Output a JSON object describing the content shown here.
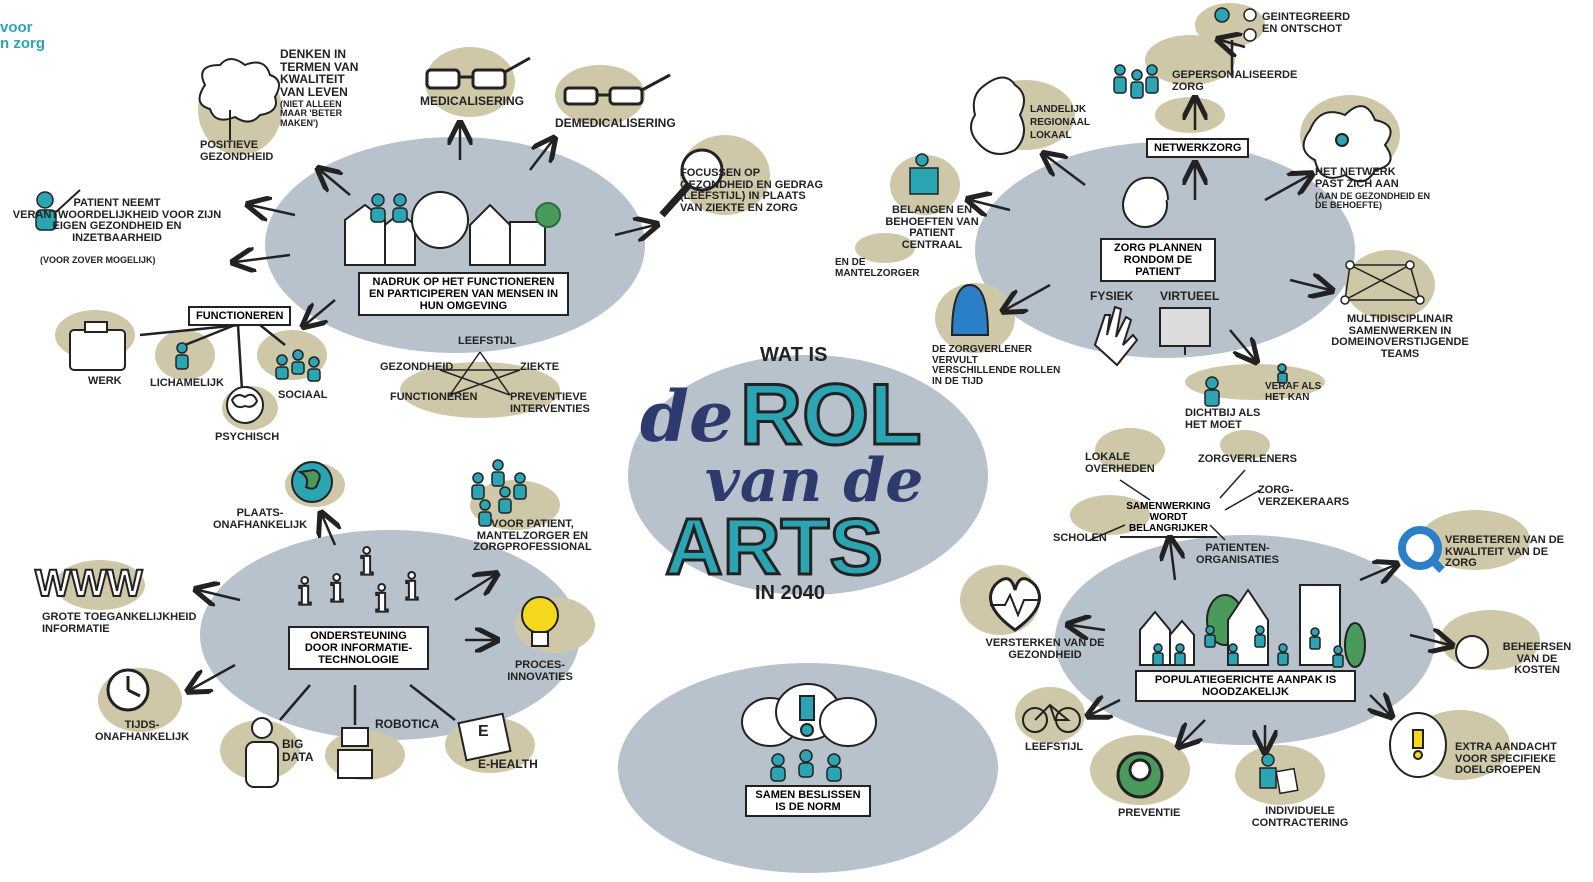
{
  "logo": {
    "line1": "voor",
    "line2": "n zorg"
  },
  "center": {
    "wat_is": "WAT IS",
    "de1": "de",
    "rol": "ROL",
    "van_de": "van de",
    "arts": "ARTS",
    "year": "IN 2040"
  },
  "top_left": {
    "main_box": "NADRUK OP HET FUNCTIONEREN EN PARTICIPEREN VAN MENSEN IN HUN OMGEVING",
    "positieve": "POSITIEVE GEZONDHEID",
    "denken": "DENKEN IN TERMEN VAN KWALITEIT VAN LEVEN",
    "denken_sub": "(NIET ALLEEN MAAR 'BETER MAKEN')",
    "medicalisering": "MEDICALISERING",
    "demedicalisering": "DEMEDICALISERING",
    "focussen": "FOCUSSEN OP GEZONDHEID EN GEDRAG (LEEFSTIJL) IN PLAATS VAN ZIEKTE EN ZORG",
    "patient": "PATIENT NEEMT VERANTWOORDELIJKHEID VOOR ZIJN EIGEN GEZONDHEID EN INZETBAARHEID",
    "patient_sub": "(VOOR ZOVER MOGELIJK)",
    "functioneren": "FUNCTIONEREN",
    "werk": "WERK",
    "lichamelijk": "LICHAMELIJK",
    "sociaal": "SOCIAAL",
    "psychisch": "PSYCHISCH",
    "leefstijl": "LEEFSTIJL",
    "gezondheid": "GEZONDHEID",
    "ziekte": "ZIEKTE",
    "functioneren2": "FUNCTIONEREN",
    "preventieve": "PREVENTIEVE INTERVENTIES"
  },
  "top_right": {
    "geintegreerd": "GEINTEGREERD EN ONTSCHOT",
    "gepersonaliseerde": "GEPERSONALISEERDE ZORG",
    "netwerkzorg": "NETWERKZORG",
    "landelijk": "LANDELIJK",
    "regionaal": "REGIONAAL",
    "lokaal": "LOKAAL",
    "belangen": "BELANGEN EN BEHOEFTEN VAN PATIENT CENTRAAL",
    "mantelzorger": "EN DE MANTELZORGER",
    "zorg_plannen": "ZORG PLANNEN RONDOM DE PATIENT",
    "fysiek": "FYSIEK",
    "virtueel": "VIRTUEEL",
    "het_netwerk": "HET NETWERK PAST ZICH AAN",
    "het_netwerk_sub": "(AAN DE GEZONDHEID EN DE BEHOEFTE)",
    "multidisciplinair": "MULTIDISCIPLINAIR SAMENWERKEN IN DOMEINOVERSTIJGENDE TEAMS",
    "zorgverlener": "DE ZORGVERLENER VERVULT VERSCHILLENDE ROLLEN IN DE TIJD",
    "dichtbij": "DICHTBIJ ALS HET MOET",
    "veraf": "VERAF ALS HET KAN"
  },
  "bottom_left": {
    "main_box": "ONDERSTEUNING DOOR INFORMATIE-TECHNOLOGIE",
    "plaats": "PLAATS-ONAFHANKELIJK",
    "voor_patient": "VOOR PATIENT, MANTELZORGER EN ZORGPROFESSIONAL",
    "www": "WWW",
    "grote": "GROTE TOEGANKELIJKHEID INFORMATIE",
    "proces": "PROCES-INNOVATIES",
    "tijds": "TIJDS-ONAFHANKELIJK",
    "big_data": "BIG DATA",
    "robotica": "ROBOTICA",
    "ehealth": "E-HEALTH",
    "e_letter": "E"
  },
  "bottom_center": {
    "main_box": "SAMEN BESLISSEN IS DE NORM"
  },
  "bottom_right": {
    "main_box": "POPULATIEGERICHTE AANPAK IS NOODZAKELIJK",
    "lokale": "LOKALE OVERHEDEN",
    "zorgverleners": "ZORGVERLENERS",
    "samenwerking": "SAMENWERKING WORDT BELANGRIJKER",
    "zorgverzekeraars": "ZORG-VERZEKERAARS",
    "scholen": "SCHOLEN",
    "patienten_org": "PATIENTEN-ORGANISATIES",
    "verbeteren": "VERBETEREN VAN DE KWALITEIT VAN DE ZORG",
    "versterken": "VERSTERKEN VAN DE GEZONDHEID",
    "beheersen": "BEHEERSEN VAN DE KOSTEN",
    "leefstijl": "LEEFSTIJL",
    "preventie": "PREVENTIE",
    "individuele": "INDIVIDUELE CONTRACTERING",
    "extra": "EXTRA AANDACHT VOOR SPECIFIEKE DOELGROEPEN"
  },
  "colors": {
    "ellipse": "#b7c2cc",
    "blob": "#cfc8a8",
    "teal": "#2ba4b4",
    "navy": "#2d3a6e",
    "ink": "#222222"
  }
}
